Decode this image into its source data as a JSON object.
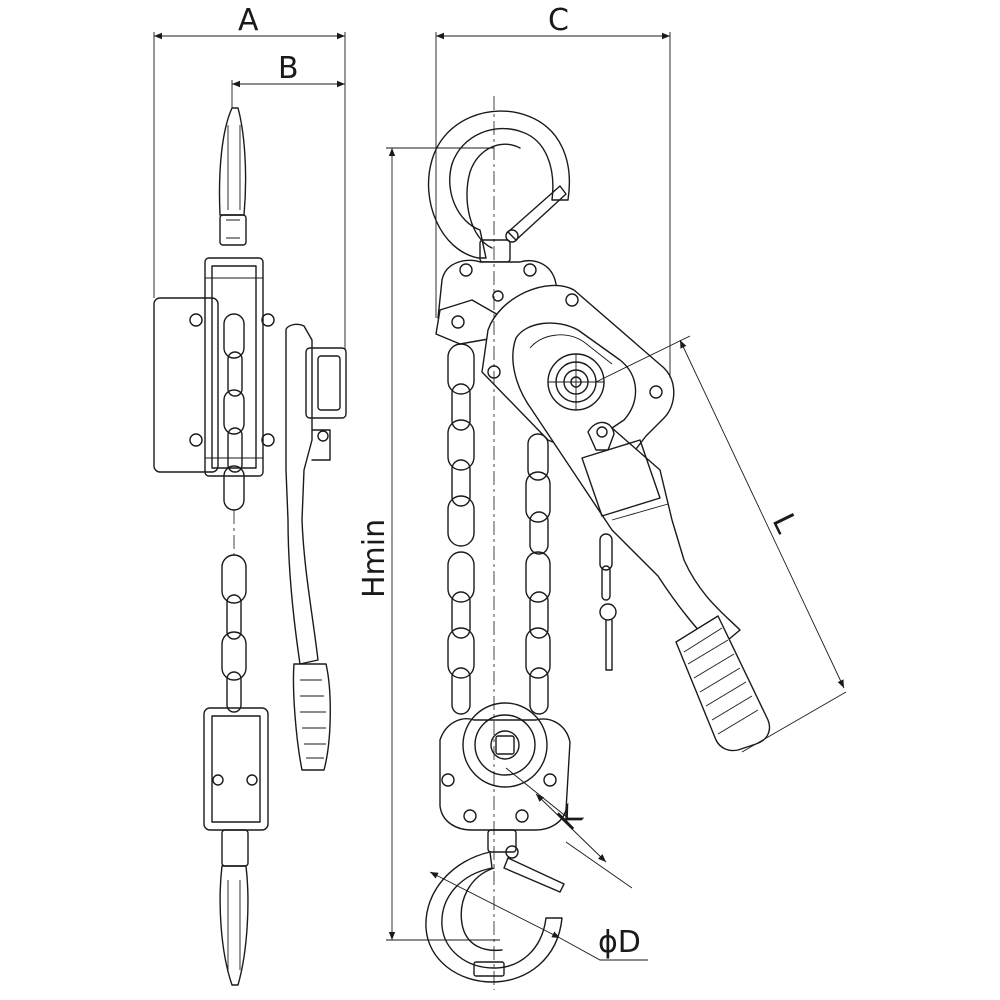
{
  "dimensions": {
    "A": "A",
    "B": "B",
    "C": "C",
    "Hmin": "Hmin",
    "L": "L",
    "K": "K",
    "D": "ϕD"
  },
  "colors": {
    "line": "#1a1a1a",
    "background": "#ffffff"
  }
}
